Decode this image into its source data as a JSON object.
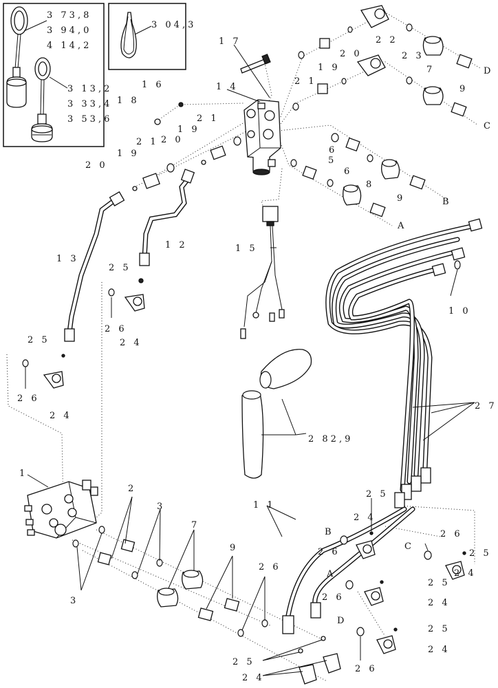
{
  "inset_left": {
    "labels": [
      "3 73,8",
      "3 94,0",
      "4 14,2",
      "3 13,2",
      "3 33,4",
      "3 53,6"
    ]
  },
  "inset_right": {
    "labels": [
      "3 04,3"
    ]
  },
  "callouts": {
    "c1": "1",
    "c2": "2",
    "c3a": "3",
    "c3b": "3",
    "c5": "5",
    "c6a": "6",
    "c6b": "6",
    "c7a": "7",
    "c7b": "7",
    "c8": "8",
    "c9a": "9",
    "c9b": "9",
    "c9c": "9",
    "c10": "1 0",
    "c11": "1 1",
    "c12": "1 2",
    "c13": "1 3",
    "c14": "1 4",
    "c15": "1 5",
    "c16": "1 6",
    "c17": "1 7",
    "c18": "1 8",
    "c19a": "1 9",
    "c19b": "1 9",
    "c19c": "1 9",
    "c20a": "2 0",
    "c20b": "2 0",
    "c20c": "2 0",
    "c21a": "2 1",
    "c21b": "2 1",
    "c21c": "2 1",
    "c22": "2 2",
    "c23": "2 3",
    "c24a": "2 4",
    "c24b": "2 4",
    "c24c": "2 4",
    "c24d": "2 4",
    "c24e": "2 4",
    "c24f": "2 4",
    "c24g": "2 4",
    "c25a": "2 5",
    "c25b": "2 5",
    "c25c": "2 5",
    "c25d": "2 5",
    "c25e": "2 5",
    "c25f": "2 5",
    "c25g": "2 5",
    "c26a": "2 6",
    "c26b": "2 6",
    "c26c": "2 6",
    "c26d": "2 6",
    "c26e": "2 6",
    "c26f": "2 6",
    "c26g": "2 6",
    "c27": "2 7",
    "c28": "2 82,9"
  },
  "ports": {
    "A1": "A",
    "B1": "B",
    "C1": "C",
    "D1": "D",
    "A2": "A",
    "B2": "B",
    "C2": "C",
    "D2": "D"
  }
}
